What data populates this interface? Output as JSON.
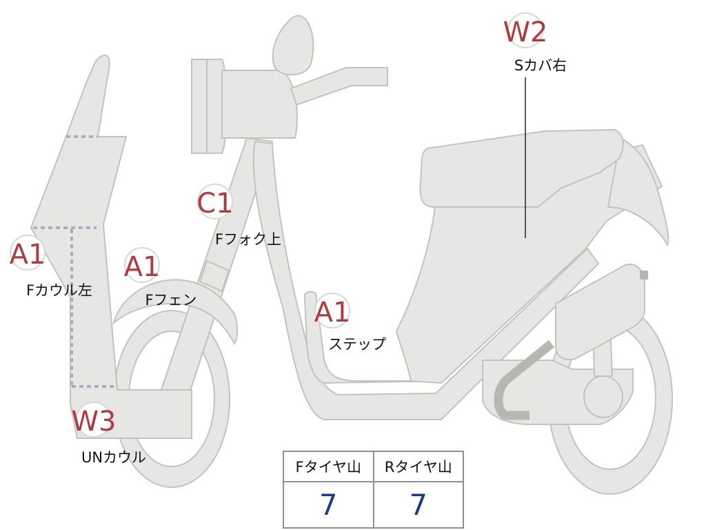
{
  "colors": {
    "part_fill": "#e6e6e4",
    "part_stroke": "#c2c2bf",
    "code_red": "#b03a3e",
    "value_blue": "#1e3a8a"
  },
  "callouts": [
    {
      "id": "f-cowl-left",
      "code": "A1",
      "label": "Fカウル左"
    },
    {
      "id": "f-fender",
      "code": "A1",
      "label": "Fフェン"
    },
    {
      "id": "f-fork-upper",
      "code": "C1",
      "label": "Fフォク上"
    },
    {
      "id": "step",
      "code": "A1",
      "label": "ステップ"
    },
    {
      "id": "s-cover-right",
      "code": "W2",
      "label": "Sカバ右"
    },
    {
      "id": "under-cowl",
      "code": "W3",
      "label": "UNカウル"
    }
  ],
  "tire_table": {
    "headers": [
      "Fタイヤ山",
      "Rタイヤ山"
    ],
    "values": [
      "7",
      "7"
    ]
  }
}
